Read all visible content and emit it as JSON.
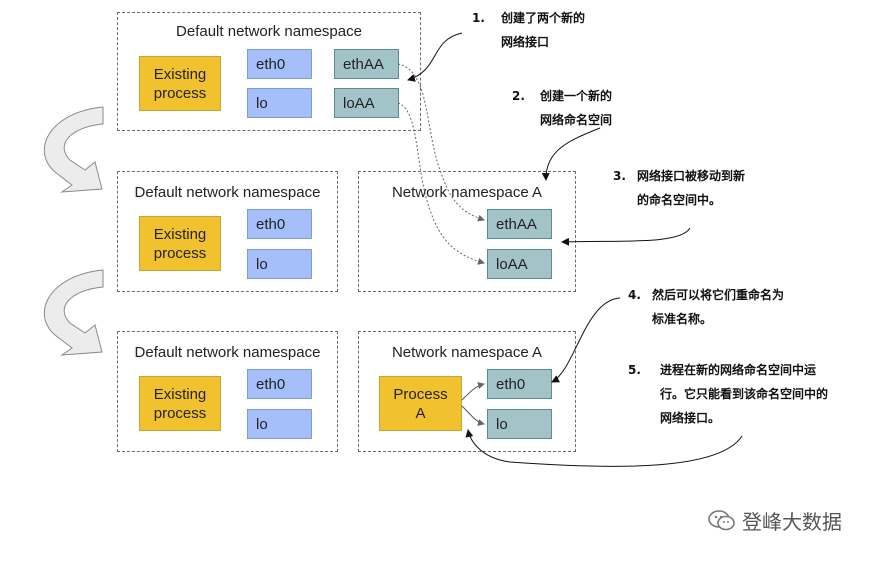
{
  "row1": {
    "ns_title": "Default network namespace",
    "process": "Existing\nprocess",
    "eth0": "eth0",
    "lo": "lo",
    "ethAA": "ethAA",
    "loAA": "loAA"
  },
  "row2": {
    "default_ns_title": "Default network namespace",
    "process": "Existing\nprocess",
    "eth0": "eth0",
    "lo": "lo",
    "nsA_title": "Network namespace A",
    "ethAA": "ethAA",
    "loAA": "loAA"
  },
  "row3": {
    "default_ns_title": "Default network namespace",
    "process": "Existing\nprocess",
    "eth0": "eth0",
    "lo": "lo",
    "nsA_title": "Network namespace A",
    "processA": "Process\nA",
    "eth0_a": "eth0",
    "lo_a": "lo"
  },
  "notes": [
    {
      "num": "1.",
      "text": "创建了两个新的\n网络接口"
    },
    {
      "num": "2.",
      "text": "创建一个新的\n网络命名空间"
    },
    {
      "num": "3.",
      "text": "网络接口被移动到新\n的命名空间中。"
    },
    {
      "num": "4.",
      "text": "然后可以将它们重命名为\n标准名称。"
    },
    {
      "num": "5.",
      "text": "进程在新的网络命名空间中运\n行。它只能看到该命名空间中的\n网络接口。"
    }
  ],
  "watermark": "登峰大数据",
  "colors": {
    "process": "#f2c12e",
    "interface": "#a4bffa",
    "virtual_interface": "#a2c4c9",
    "step_arrow": "#e8e8e8"
  },
  "icons": {
    "step_arrow": "curved-down-arrow-icon",
    "watermark_icon": "wechat-icon"
  }
}
